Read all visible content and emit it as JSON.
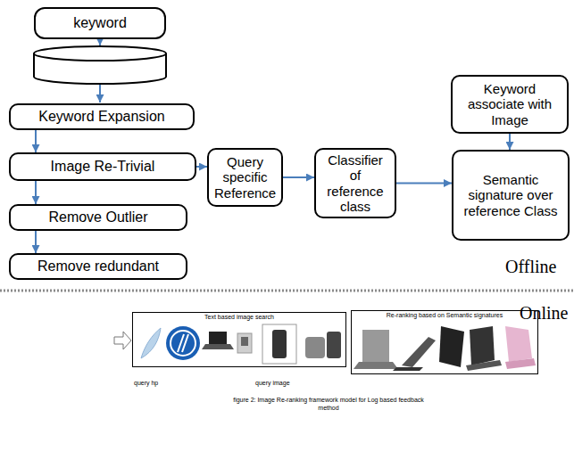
{
  "diagram": {
    "caption": "figure 2: Image Re-ranking framework model for Log based feedback method",
    "nodes": [
      {
        "text": [
          "keyword"
        ]
      },
      {
        "text": [
          "Keyword Expansion"
        ]
      },
      {
        "text": [
          "Keyword associate with Image"
        ]
      },
      {
        "text": [
          "Image Re-Trivial"
        ]
      },
      {
        "text": [
          "Query specific Reference"
        ]
      },
      {
        "text": [
          "Classifier of reference class"
        ]
      },
      {
        "text": [
          "Semantic signature over reference Class"
        ]
      },
      {
        "text": [
          "Remove Outlier"
        ]
      },
      {
        "text": [
          "Remove redundant"
        ]
      },
      {
        "text": [
          "Text based image search"
        ]
      },
      {
        "text": [
          "Re-ranking based on Semantic signatures"
        ]
      }
    ],
    "edges": [
      {
        "from": 1,
        "to": 3,
        "arrow": "to"
      },
      {
        "from": 3,
        "to": 7,
        "arrow": "to"
      },
      {
        "from": 7,
        "to": 8,
        "arrow": "to"
      },
      {
        "from": 3,
        "to": 4,
        "arrow": "to"
      },
      {
        "from": 4,
        "to": 5,
        "arrow": "to"
      },
      {
        "from": 5,
        "to": 6,
        "arrow": "to"
      },
      {
        "from": 2,
        "to": 6,
        "arrow": "to"
      }
    ],
    "labels": [
      "Offline",
      "Online",
      "query hp",
      "query image"
    ]
  }
}
